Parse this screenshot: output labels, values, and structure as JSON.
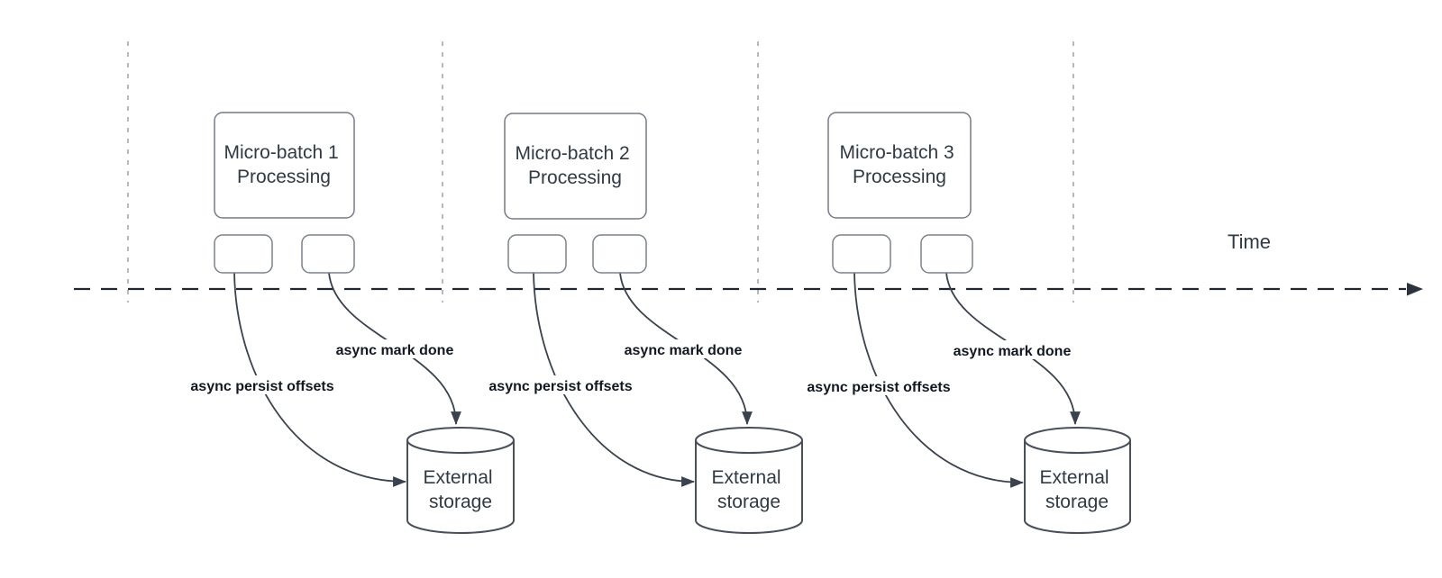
{
  "diagram": {
    "time_axis": {
      "label": "Time"
    },
    "groups": [
      {
        "id": "micro-batch-1",
        "processing_box": {
          "line1": "Micro-batch 1",
          "line2": "Processing"
        },
        "persist_offsets_label": "async persist offsets",
        "mark_done_label": "async mark done",
        "storage": {
          "line1": "External",
          "line2": "storage"
        }
      },
      {
        "id": "micro-batch-2",
        "processing_box": {
          "line1": "Micro-batch 2",
          "line2": "Processing"
        },
        "persist_offsets_label": "async persist offsets",
        "mark_done_label": "async mark done",
        "storage": {
          "line1": "External",
          "line2": "storage"
        }
      },
      {
        "id": "micro-batch-3",
        "processing_box": {
          "line1": "Micro-batch 3",
          "line2": "Processing"
        },
        "persist_offsets_label": "async persist offsets",
        "mark_done_label": "async mark done",
        "storage": {
          "line1": "External",
          "line2": "storage"
        }
      }
    ],
    "colors": {
      "background": "#ffffff",
      "box_border": "#757c86",
      "cylinder_border": "#49505b",
      "edge_stroke": "#3a424e",
      "timeline_stroke": "#22272f",
      "gridline_stroke": "#b6bac0",
      "node_text": "#303a45",
      "edge_label_text": "#121822"
    }
  }
}
